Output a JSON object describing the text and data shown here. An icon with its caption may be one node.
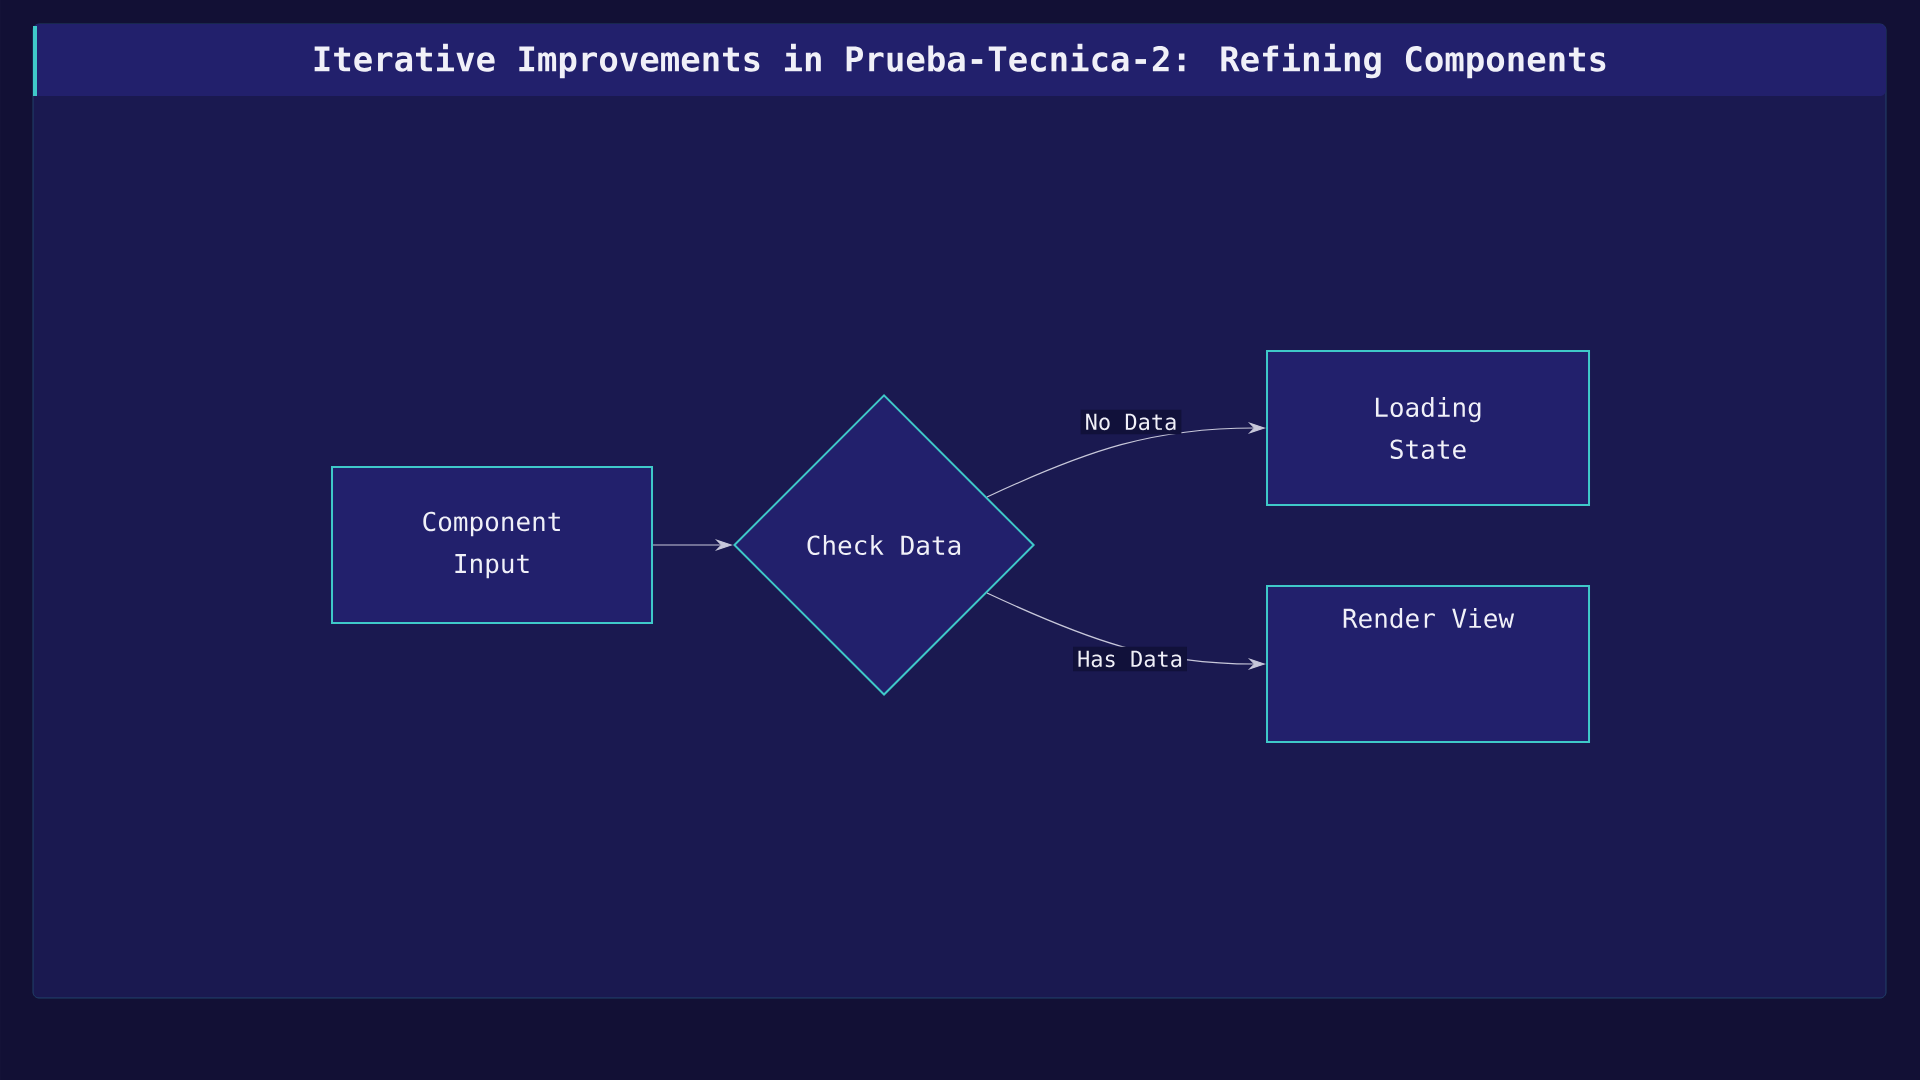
{
  "diagram": {
    "title": "Iterative Improvements in Prueba-Tecnica-2: Refining Components",
    "nodes": [
      {
        "text": [
          "Component Input"
        ]
      },
      {
        "text": [
          "Check Data"
        ]
      },
      {
        "text": [
          "Loading State"
        ]
      },
      {
        "text": [
          "Render View"
        ]
      }
    ],
    "edges": [
      {
        "from": 0,
        "to": 1,
        "arrow": "to"
      },
      {
        "from": 1,
        "to": 2,
        "arrow": "to",
        "label": "No Data"
      },
      {
        "from": 1,
        "to": 3,
        "arrow": "to",
        "label": "Has Data"
      }
    ]
  }
}
